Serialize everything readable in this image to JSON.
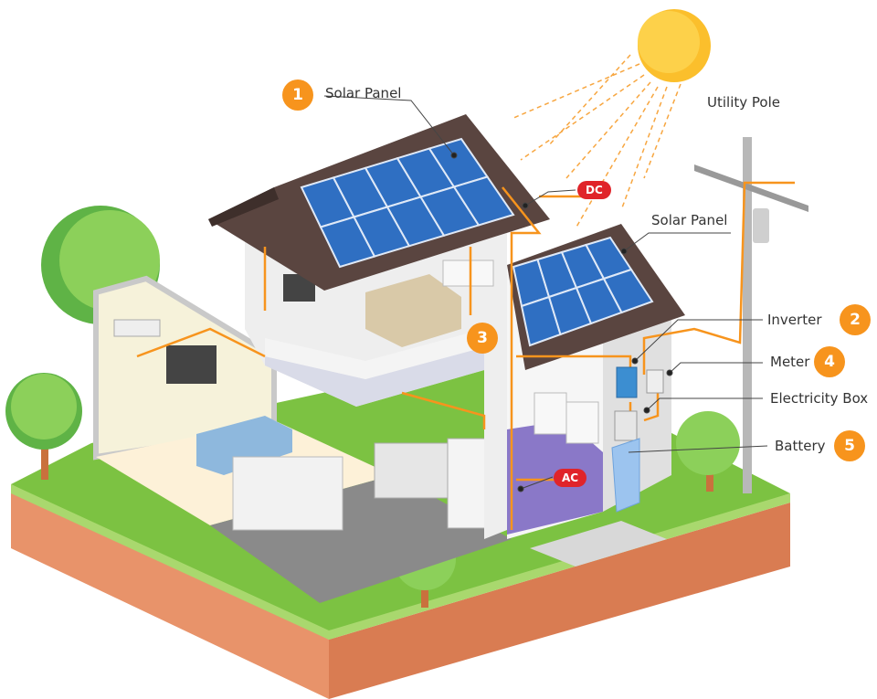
{
  "title": "Solar Energy System Diagram",
  "callouts": [
    {
      "number": "1",
      "label": "Solar Panel"
    },
    {
      "number": "2",
      "label": "Inverter"
    },
    {
      "number": "3",
      "label": ""
    },
    {
      "number": "4",
      "label": "Meter"
    },
    {
      "number": "5",
      "label": "Battery"
    }
  ],
  "labels": {
    "utility_pole": "Utility Pole",
    "solar_panel_2": "Solar Panel",
    "electricity_box": "Electricity Box",
    "dc": "DC",
    "ac": "AC"
  },
  "colors": {
    "accent": "#f7941d",
    "current": "#e0242a",
    "panel": "#2f6fc2",
    "roof": "#5a4540",
    "grass": "#7cc242",
    "soil": "#e8936a"
  }
}
